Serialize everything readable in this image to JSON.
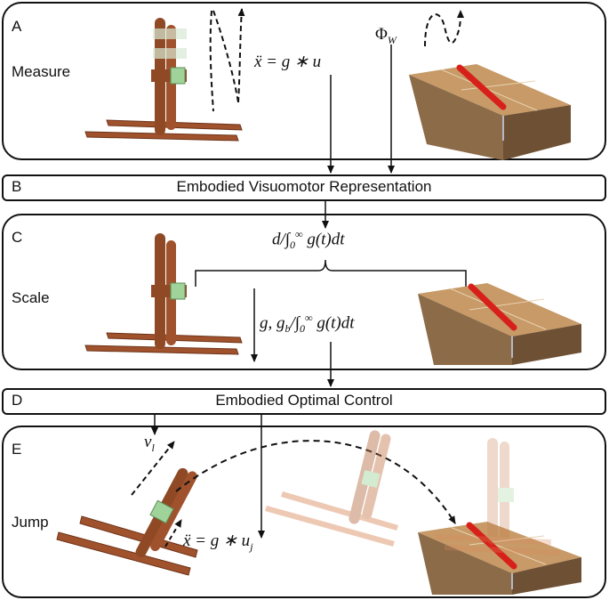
{
  "panels": {
    "a": {
      "letter": "A",
      "label": "Measure"
    },
    "b": {
      "letter": "B",
      "title": "Embodied Visuomotor Representation"
    },
    "c": {
      "letter": "C",
      "label": "Scale"
    },
    "d": {
      "letter": "D",
      "title": "Embodied Optimal Control"
    },
    "e": {
      "letter": "E",
      "label": "Jump"
    }
  },
  "equations": {
    "accel_measure": "ẍ = g ∗ u",
    "phi": "Φ",
    "phi_sub": "W",
    "scale_top_num": "d/",
    "scale_top_int": "∫",
    "scale_top_lo": "0",
    "scale_top_hi": "∞",
    "scale_top_body": " g(t)dt",
    "scale_left_num": "g, g",
    "scale_left_sub": "b",
    "scale_left_slash": "/",
    "scale_left_body": " g(t)dt",
    "velocity": "v",
    "velocity_sub": "l",
    "accel_jump": "ẍ = g ∗ u",
    "accel_jump_sub": "j"
  },
  "colors": {
    "robot": "#a0522d",
    "robot_dark": "#7a3a1c",
    "gripper": "#9fd39a",
    "box": "#c79a67",
    "box_side": "#6e5134",
    "box_front": "#8c6b48",
    "tape": "#d8201b"
  }
}
